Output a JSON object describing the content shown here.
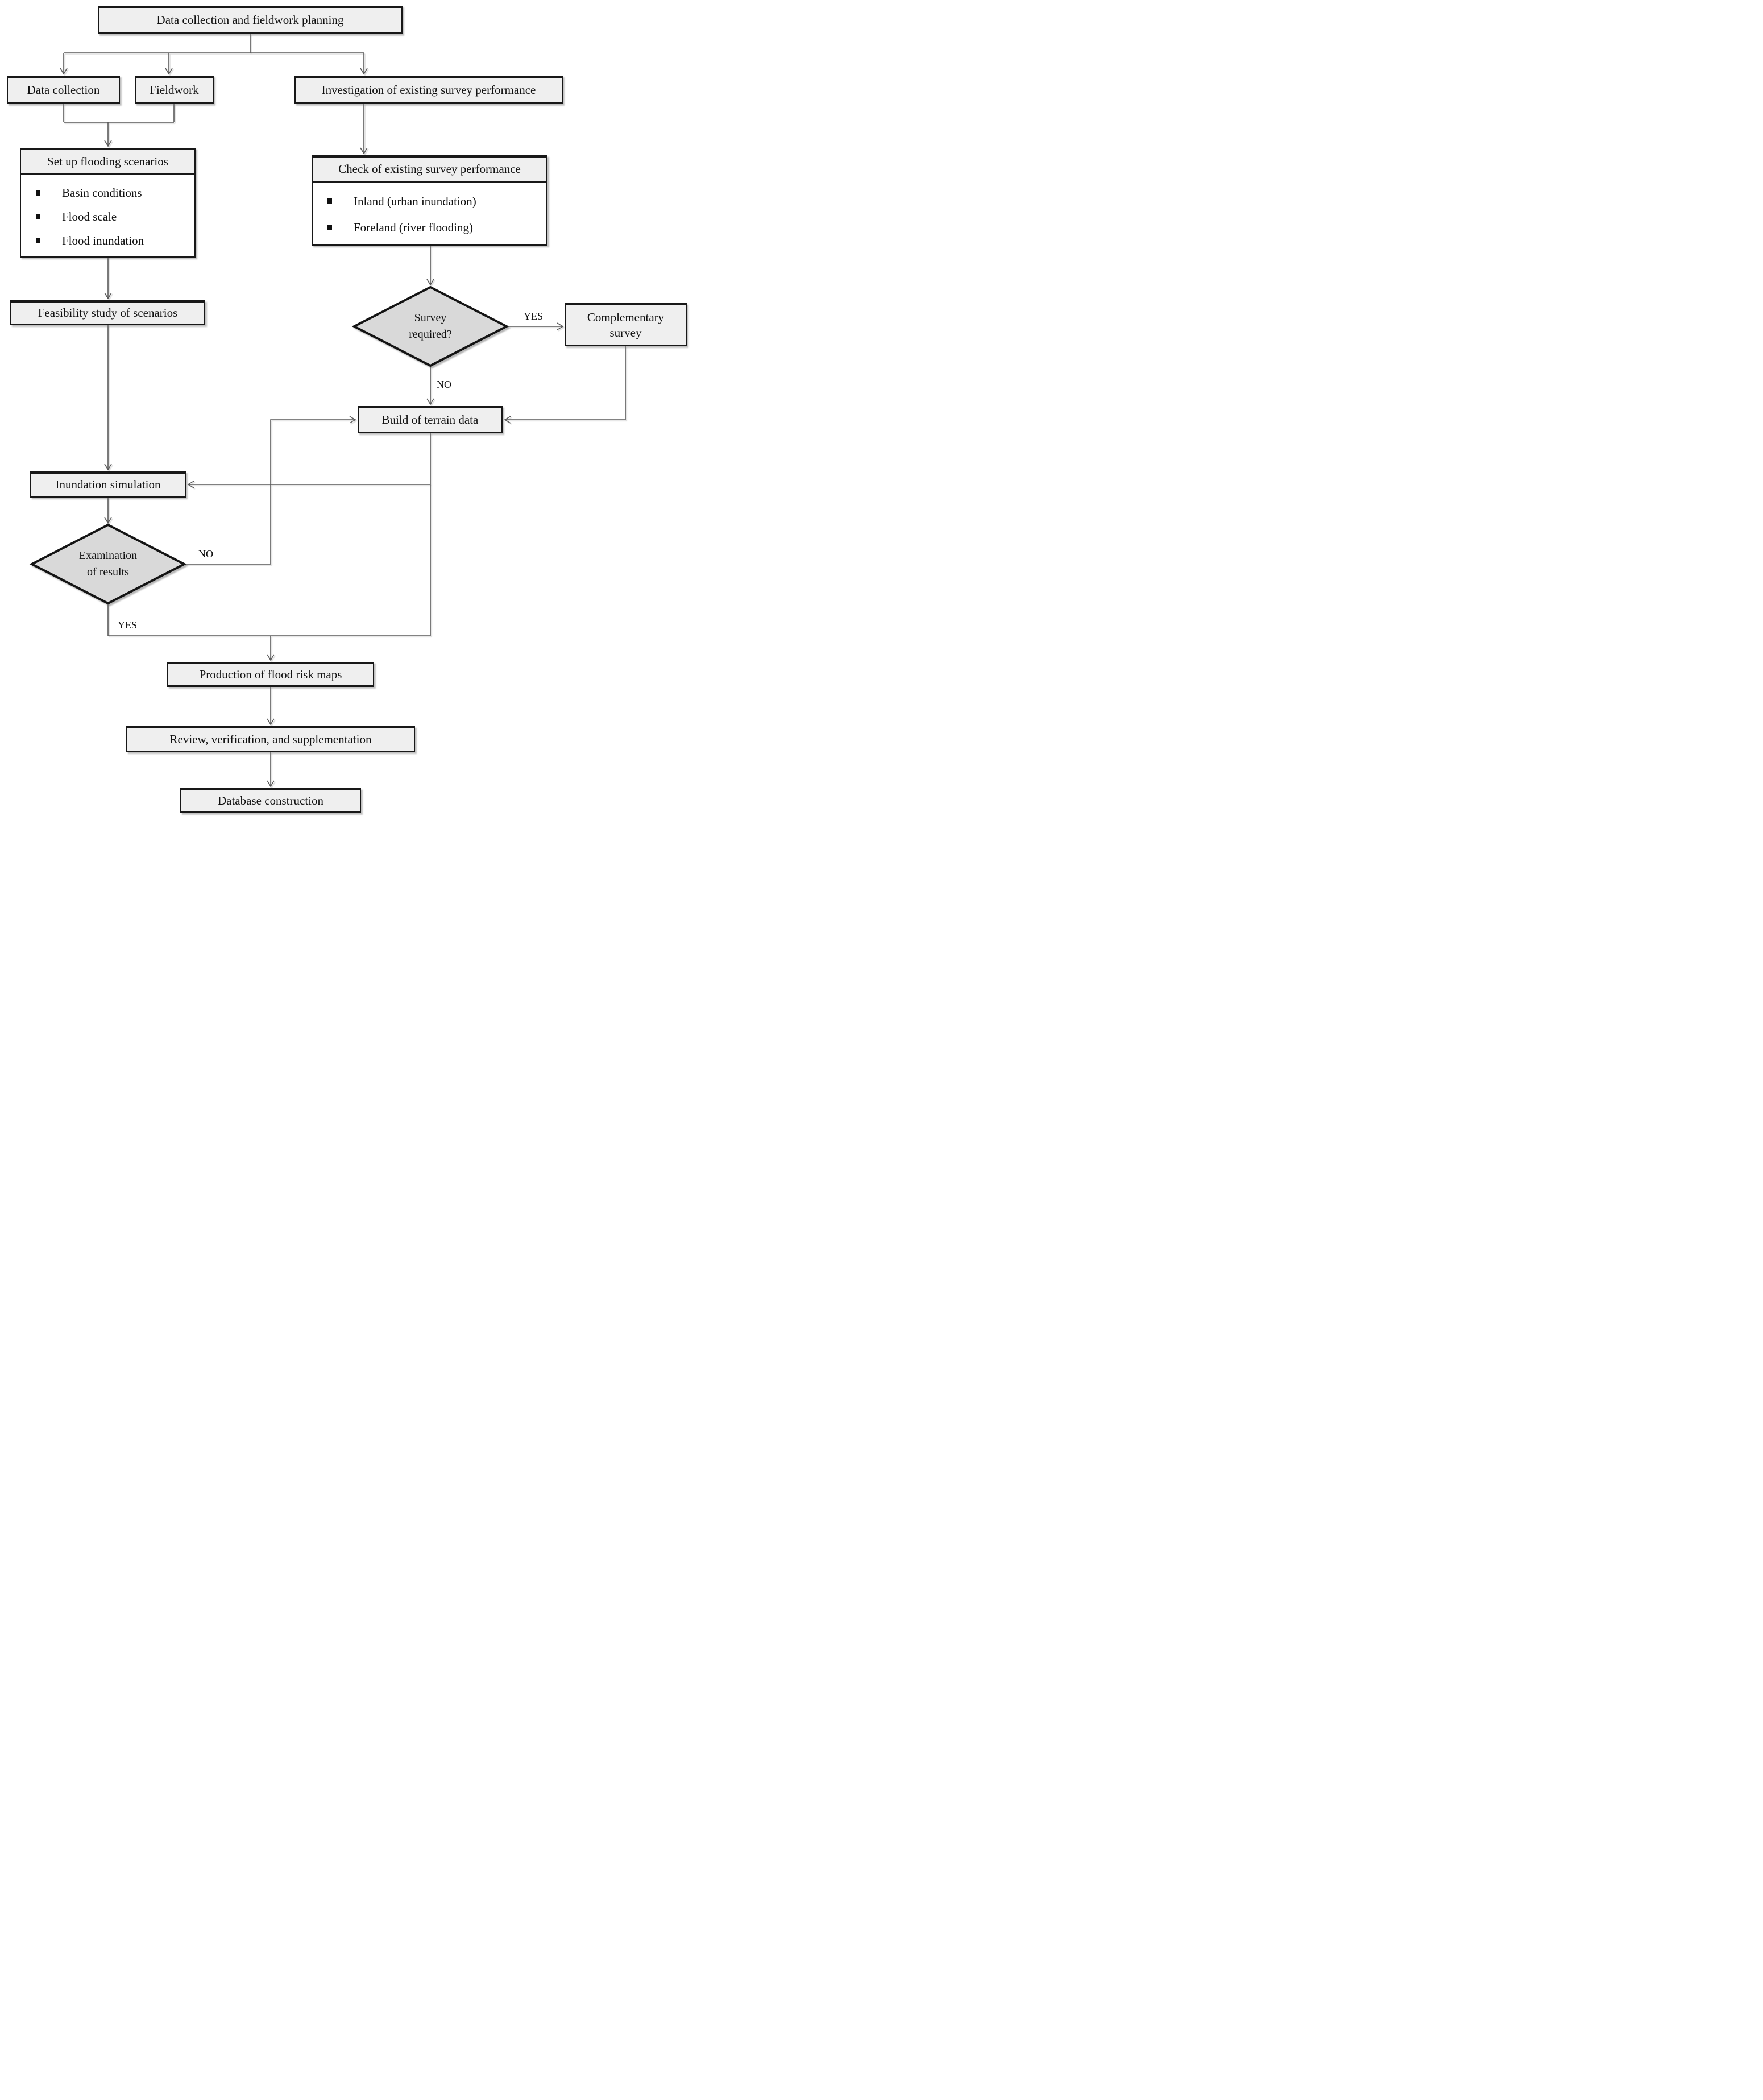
{
  "colors": {
    "box_fill": "#efefef",
    "list_body_fill": "#ffffff",
    "diamond_fill": "#d9d9d9",
    "border": "#181818",
    "connector": "#595959",
    "text": "#111111"
  },
  "nodes": {
    "planning": {
      "label": "Data collection and fieldwork planning"
    },
    "data_collection": {
      "label": "Data collection"
    },
    "fieldwork": {
      "label": "Fieldwork"
    },
    "investigation": {
      "label": "Investigation of existing survey performance"
    },
    "scenarios": {
      "title": "Set up flooding scenarios",
      "items": [
        "Basin conditions",
        "Flood scale",
        "Flood inundation"
      ]
    },
    "check_survey": {
      "title": "Check of existing survey performance",
      "items": [
        "Inland (urban inundation)",
        "Foreland (river flooding)"
      ]
    },
    "feasibility": {
      "label": "Feasibility study of scenarios"
    },
    "survey_required": {
      "line1": "Survey",
      "line2": "required?"
    },
    "complementary_survey": {
      "line1": "Complementary",
      "line2": "survey"
    },
    "terrain": {
      "label": "Build of terrain data"
    },
    "inundation_simulation": {
      "label": "Inundation simulation"
    },
    "examination": {
      "line1": "Examination",
      "line2": "of results"
    },
    "production": {
      "label": "Production of flood risk maps"
    },
    "review": {
      "label": "Review, verification, and supplementation"
    },
    "database": {
      "label": "Database construction"
    }
  },
  "edges": [
    {
      "from": "planning",
      "to": "data_collection"
    },
    {
      "from": "planning",
      "to": "fieldwork"
    },
    {
      "from": "planning",
      "to": "investigation"
    },
    {
      "from": "data_collection",
      "to": "scenarios"
    },
    {
      "from": "fieldwork",
      "to": "scenarios"
    },
    {
      "from": "investigation",
      "to": "check_survey"
    },
    {
      "from": "scenarios",
      "to": "feasibility"
    },
    {
      "from": "check_survey",
      "to": "survey_required"
    },
    {
      "from": "survey_required",
      "to": "complementary_survey",
      "label": "YES"
    },
    {
      "from": "survey_required",
      "to": "terrain",
      "label": "NO"
    },
    {
      "from": "complementary_survey",
      "to": "terrain"
    },
    {
      "from": "feasibility",
      "to": "inundation_simulation"
    },
    {
      "from": "terrain",
      "to": "inundation_simulation"
    },
    {
      "from": "inundation_simulation",
      "to": "examination"
    },
    {
      "from": "examination",
      "to": "terrain",
      "label": "NO"
    },
    {
      "from": "examination",
      "to": "production",
      "label": "YES"
    },
    {
      "from": "terrain",
      "to": "production"
    },
    {
      "from": "production",
      "to": "review"
    },
    {
      "from": "review",
      "to": "database"
    }
  ]
}
